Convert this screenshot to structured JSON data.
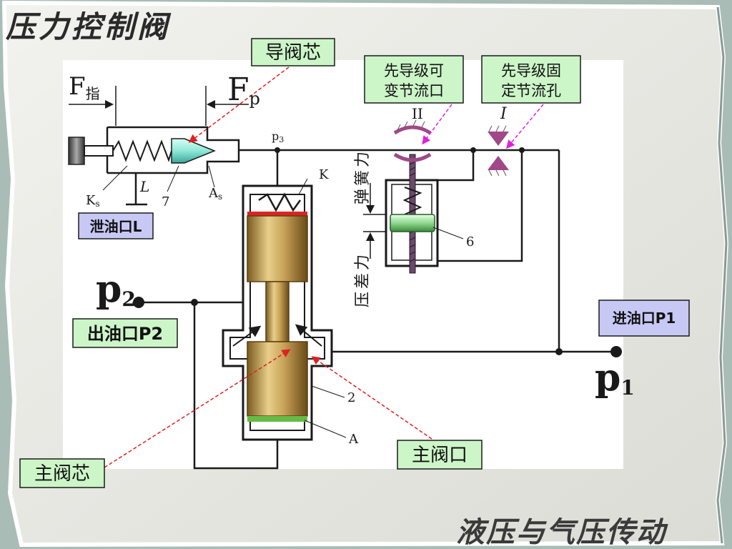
{
  "slide_title": "压力控制阀",
  "footer_title": "液压与气压传动",
  "callouts": {
    "pilot_spool": "导阀芯",
    "pilot_variable_orifice": [
      "先导级可",
      "变节流口"
    ],
    "pilot_fixed_orifice": [
      "先导级固",
      "定节流孔"
    ],
    "drain_port": "泄油口L",
    "outlet_port": "出油口P2",
    "inlet_port": "进油口P1",
    "main_spool": "主阀芯",
    "main_port": "主阀口"
  },
  "labels": {
    "f_cmd_main": "F",
    "f_cmd_sub": "指",
    "f_p_main": "F",
    "f_p_sub": "p",
    "p3_main": "p",
    "p3_sub": "3",
    "k": "K",
    "ks_main": "K",
    "ks_sub": "s",
    "as_main": "A",
    "as_sub": "s",
    "l": "L",
    "n7": "7",
    "n6": "6",
    "n2": "2",
    "a": "A",
    "roman2": "II",
    "roman1": "I",
    "p2_main": "p",
    "p2_sub": "2",
    "p1_main": "p",
    "p1_sub": "1",
    "spring_force": "弹簧力",
    "pressure_diff_force": "压差力"
  },
  "colors": {
    "callout_green": "#ccf5c8",
    "callout_lavender": "#c8c8f5",
    "line": "#1a1a1a",
    "spool_gold": "#c9a45a",
    "pilot_cone": "#8fe8d8",
    "red_bar": "#dd2222",
    "green_bar": "#66bb44",
    "magenta_arrow": "#e020e0",
    "leader_red": "#e02020",
    "orifice_purple": "#a04888"
  }
}
